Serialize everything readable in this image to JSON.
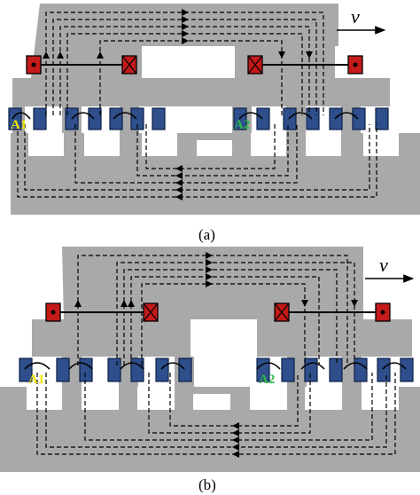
{
  "velocity_label": "v",
  "panels": [
    {
      "caption": "(a)",
      "phase_labels": [
        {
          "text": "A1",
          "color": "#f2e600"
        },
        {
          "text": "A2",
          "color": "#2fb84a"
        }
      ]
    },
    {
      "caption": "(b)",
      "phase_labels": [
        {
          "text": "A1",
          "color": "#f2e600"
        },
        {
          "text": "A2",
          "color": "#2fb84a"
        }
      ]
    }
  ],
  "colors": {
    "core": "#a9a9a9",
    "magnet": "#2e4f8c",
    "coil": "#c41a1a",
    "flux_line": "#000000"
  }
}
